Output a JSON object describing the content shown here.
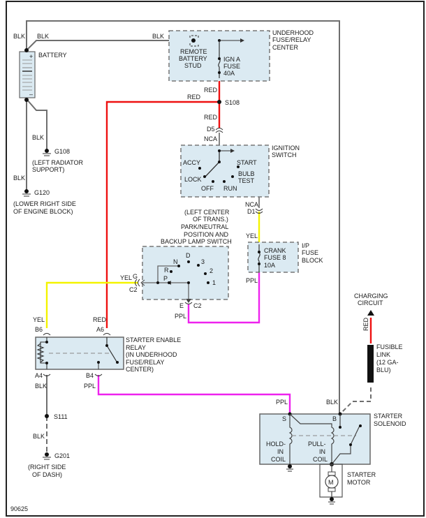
{
  "diagram": {
    "figure_id": "90625",
    "colors": {
      "blk": "#6e6e6e",
      "red": "#ee1111",
      "yel": "#f4f400",
      "ppl": "#ee22ee",
      "component_fill": "#dbeaf2"
    },
    "battery": {
      "label": "BATTERY",
      "plus": "+",
      "minus": "–",
      "wire_top_left": "BLK",
      "wire_top_right": "BLK"
    },
    "grounds": {
      "g108": {
        "wire": "BLK",
        "id": "G108",
        "loc1": "(LEFT RADIATOR",
        "loc2": "SUPPORT)"
      },
      "g120": {
        "wire": "BLK",
        "id": "G120",
        "loc1": "(LOWER RIGHT SIDE",
        "loc2": "OF ENGINE BLOCK)"
      },
      "g201": {
        "wire": "BLK",
        "id": "G201",
        "loc1": "(RIGHT SIDE",
        "loc2": "OF DASH)"
      }
    },
    "underhood_fuse": {
      "wire_in": "BLK",
      "title1": "UNDERHOOD",
      "title2": "FUSE/RELAY",
      "title3": "CENTER",
      "stud1": "REMOTE",
      "stud2": "BATTERY",
      "stud3": "STUD",
      "fuse1": "IGN A",
      "fuse2": "FUSE",
      "fuse3": "40A"
    },
    "splice_s108": {
      "id": "S108",
      "wire_up": "RED",
      "wire_left": "RED",
      "wire_down": "RED"
    },
    "ignition_switch": {
      "conn_top": "D5",
      "wire_top": "NCA",
      "title1": "IGNITION",
      "title2": "SWITCH",
      "accy": "ACCY",
      "lock": "LOCK",
      "off": "OFF",
      "run": "RUN",
      "start": "START",
      "bulb1": "BULB",
      "bulb2": "TEST",
      "wire_bottom": "NCA",
      "conn_bottom": "D1"
    },
    "ip_fuse": {
      "wire_in": "YEL",
      "title1": "I/P",
      "title2": "FUSE",
      "title3": "BLOCK",
      "fuse1": "CRANK",
      "fuse2": "FUSE 8",
      "fuse3": "10A",
      "wire_out": "PPL"
    },
    "pn_switch": {
      "loc1": "(LEFT CENTER",
      "loc2": "OF TRANS.)",
      "title1": "PARK/NEUTRAL",
      "title2": "POSITION AND",
      "title3": "BACKUP LAMP SWITCH",
      "positions": {
        "p": "P",
        "r": "R",
        "n": "N",
        "d": "D",
        "three": "3",
        "two": "2",
        "one": "1"
      },
      "wire_left": "YEL",
      "pin_g": "G",
      "conn_left": "C2",
      "pin_e": "E",
      "conn_bottom": "C2",
      "wire_bottom": "PPL"
    },
    "starter_relay": {
      "title1": "STARTER ENABLE",
      "title2": "RELAY",
      "title3": "(IN UNDERHOOD",
      "title4": "FUSE/RELAY",
      "title5": "CENTER)",
      "wire_b6": "YEL",
      "pin_b6": "B6",
      "wire_a6": "RED",
      "pin_a6": "A6",
      "pin_a4": "A4",
      "wire_a4": "BLK",
      "pin_b4": "B4",
      "wire_b4": "PPL"
    },
    "splice_s111": {
      "id": "S111"
    },
    "charging": {
      "title1": "CHARGING",
      "title2": "CIRCUIT",
      "wire": "RED",
      "link1": "FUSIBLE",
      "link2": "LINK",
      "link3": "(12 GA-",
      "link4": "BLU)"
    },
    "solenoid": {
      "wire_s": "PPL",
      "wire_b": "BLK",
      "pin_s": "S",
      "pin_b": "B",
      "title1": "STARTER",
      "title2": "SOLENOID",
      "hold1": "HOLD-",
      "hold2": "IN",
      "hold3": "COIL",
      "pull1": "PULL-",
      "pull2": "IN",
      "pull3": "COIL"
    },
    "motor": {
      "symbol": "M",
      "title1": "STARTER",
      "title2": "MOTOR"
    }
  }
}
